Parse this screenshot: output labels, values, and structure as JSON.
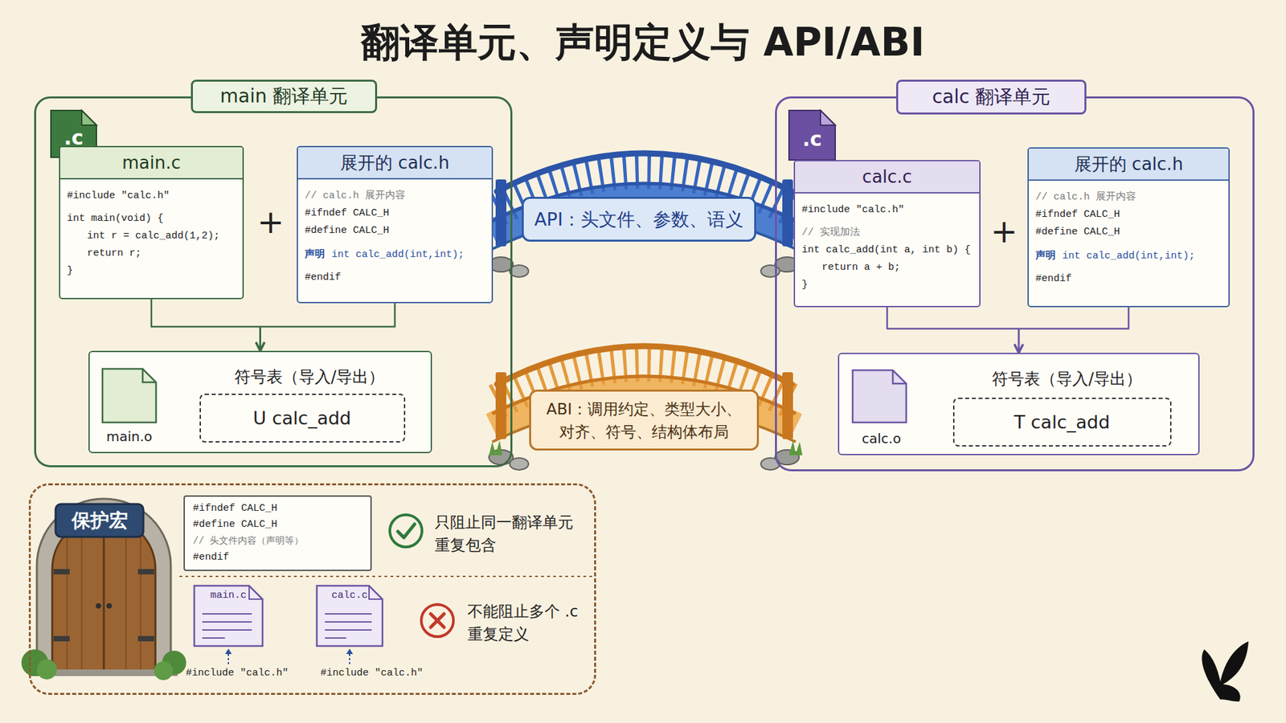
{
  "diagram": {
    "title": "翻译单元、声明定义与 API/ABI",
    "nodes": [
      {
        "text": [
          "main 翻译单元"
        ]
      },
      {
        "text": [
          "main.c",
          "#include \"calc.h\"",
          "int main(void) {",
          "int r = calc_add(1,2);",
          "return r;",
          "}"
        ],
        "in": 0
      },
      {
        "text": [
          "展开的 calc.h",
          "// calc.h 展开内容",
          "#ifndef CALC_H",
          "#define CALC_H",
          "声明",
          "int calc_add(int,int);",
          "#endif"
        ],
        "in": 0
      },
      {
        "text": [
          "符号表（导入/导出）",
          "main.o"
        ],
        "in": 0
      },
      {
        "text": [
          "U calc_add"
        ],
        "in": 3
      },
      {
        "text": [
          "calc 翻译单元"
        ]
      },
      {
        "text": [
          "calc.c",
          "#include \"calc.h\"",
          "// 实现加法",
          "int calc_add(int a, int b) {",
          "return a + b;",
          "}"
        ],
        "in": 5
      },
      {
        "text": [
          "展开的 calc.h",
          "// calc.h 展开内容",
          "#ifndef CALC_H",
          "#define CALC_H",
          "声明",
          "int calc_add(int,int);",
          "#endif"
        ],
        "in": 5
      },
      {
        "text": [
          "符号表（导入/导出）",
          "calc.o"
        ],
        "in": 5
      },
      {
        "text": [
          "T calc_add"
        ],
        "in": 8
      },
      {
        "text": [
          "API：头文件、参数、语义"
        ]
      },
      {
        "text": [
          "ABI：调用约定、类型大小、对齐、符号、结构体布局"
        ]
      },
      {
        "text": [
          "保护宏"
        ]
      },
      {
        "text": [
          "#ifndef CALC_H",
          "#define CALC_H",
          "// 头文件内容（声明等）",
          "#endif"
        ],
        "in": 12
      },
      {
        "text": [
          "main.c"
        ],
        "in": 12
      },
      {
        "text": [
          "calc.c"
        ],
        "in": 12
      }
    ],
    "edges": [
      {
        "from": 1,
        "to": 3,
        "arrow": "to"
      },
      {
        "from": 2,
        "to": 3,
        "arrow": "to"
      },
      {
        "from": 6,
        "to": 8,
        "arrow": "to"
      },
      {
        "from": 7,
        "to": 8,
        "arrow": "to"
      }
    ],
    "labels": [
      ".c",
      ".c",
      "+",
      "+",
      "只阻止同一翻译单元 重复包含",
      "#include \"calc.h\"",
      "#include \"calc.h\"",
      "不能阻止多个 .c 重复定义"
    ]
  }
}
